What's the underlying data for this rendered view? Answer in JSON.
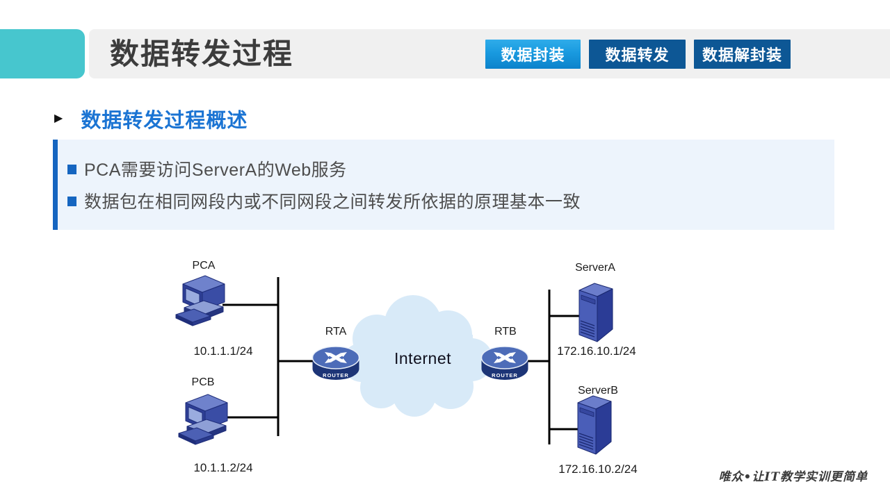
{
  "header": {
    "title": "数据转发过程",
    "tabs": [
      {
        "label": "数据封装",
        "active": true
      },
      {
        "label": "数据转发",
        "active": false
      },
      {
        "label": "数据解封装",
        "active": false
      }
    ]
  },
  "section": {
    "marker": "▶",
    "heading": "数据转发过程概述",
    "bullets": [
      {
        "text": "PCA需要访问ServerA的Web服务"
      },
      {
        "text": "数据包在相同网段内或不同网段之间转发所依据的原理基本一致"
      }
    ]
  },
  "diagram": {
    "internet_label": "Internet",
    "router_label": "ROUTER",
    "nodes": {
      "pca": {
        "name": "PCA",
        "ip": "10.1.1.1/24"
      },
      "pcb": {
        "name": "PCB",
        "ip": "10.1.1.2/24"
      },
      "rta": {
        "name": "RTA"
      },
      "rtb": {
        "name": "RTB"
      },
      "servera": {
        "name": "ServerA",
        "ip": "172.16.10.1/24"
      },
      "serverb": {
        "name": "ServerB",
        "ip": "172.16.10.2/24"
      }
    }
  },
  "footer": {
    "watermark": "唯众•让IT教学实训更简单"
  },
  "colors": {
    "accent-teal": "#47C6CE",
    "header-bar-bg": "#F0F0F0",
    "tab-active": "#199ADF",
    "tab-inactive": "#0D5795",
    "heading-blue": "#1B74D3",
    "callout-bg": "#EDF4FC",
    "callout-accent": "#1565C0",
    "body-text": "#4D4D4D",
    "title-text": "#3C3C3C"
  }
}
